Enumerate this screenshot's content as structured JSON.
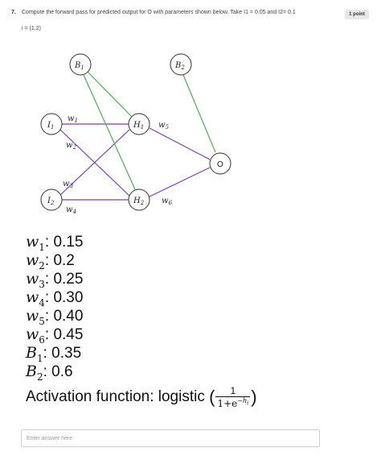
{
  "question": {
    "number": "7.",
    "text": "Compute the forward pass for predicted output for O with parameters shown below. Take I1 = 0.05 and I2= 0.1",
    "subtext": "i = (1,2)",
    "points": "1 point"
  },
  "diagram": {
    "nodes": {
      "b1": {
        "base": "B",
        "sub": "1"
      },
      "b2": {
        "base": "B",
        "sub": "2"
      },
      "i1": {
        "base": "I",
        "sub": "1"
      },
      "i2": {
        "base": "I",
        "sub": "2"
      },
      "h1": {
        "base": "H",
        "sub": "1"
      },
      "h2": {
        "base": "H",
        "sub": "2"
      },
      "o": {
        "label": "O"
      }
    },
    "weights": {
      "w1": {
        "base": "w",
        "sub": "1"
      },
      "w2": {
        "base": "w",
        "sub": "2"
      },
      "w3": {
        "base": "w",
        "sub": "3"
      },
      "w4": {
        "base": "w",
        "sub": "4"
      },
      "w5": {
        "base": "w",
        "sub": "5"
      },
      "w6": {
        "base": "w",
        "sub": "6"
      }
    },
    "colors": {
      "weight_edge": "#7b3fb4",
      "bias_edge": "#4caf50"
    }
  },
  "params": [
    {
      "base": "w",
      "sub": "1",
      "value": ": 0.15"
    },
    {
      "base": "w",
      "sub": "2",
      "value": ": 0.2"
    },
    {
      "base": "w",
      "sub": "3",
      "value": ": 0.25"
    },
    {
      "base": "w",
      "sub": "4",
      "value": ": 0.30"
    },
    {
      "base": "w",
      "sub": "5",
      "value": ": 0.40"
    },
    {
      "base": "w",
      "sub": "6",
      "value": ": 0.45"
    },
    {
      "base": "B",
      "sub": "1",
      "value": ": 0.35"
    },
    {
      "base": "B",
      "sub": "2",
      "value": ": 0.6"
    }
  ],
  "activation": {
    "label": "Activation function: logistic ",
    "open_paren": "(",
    "numerator": "1",
    "den_base": "1+e",
    "den_exp": "−h",
    "den_exp_sub": "i",
    "close_paren": ")"
  },
  "answer": {
    "placeholder": "Enter answer here",
    "value": ""
  }
}
